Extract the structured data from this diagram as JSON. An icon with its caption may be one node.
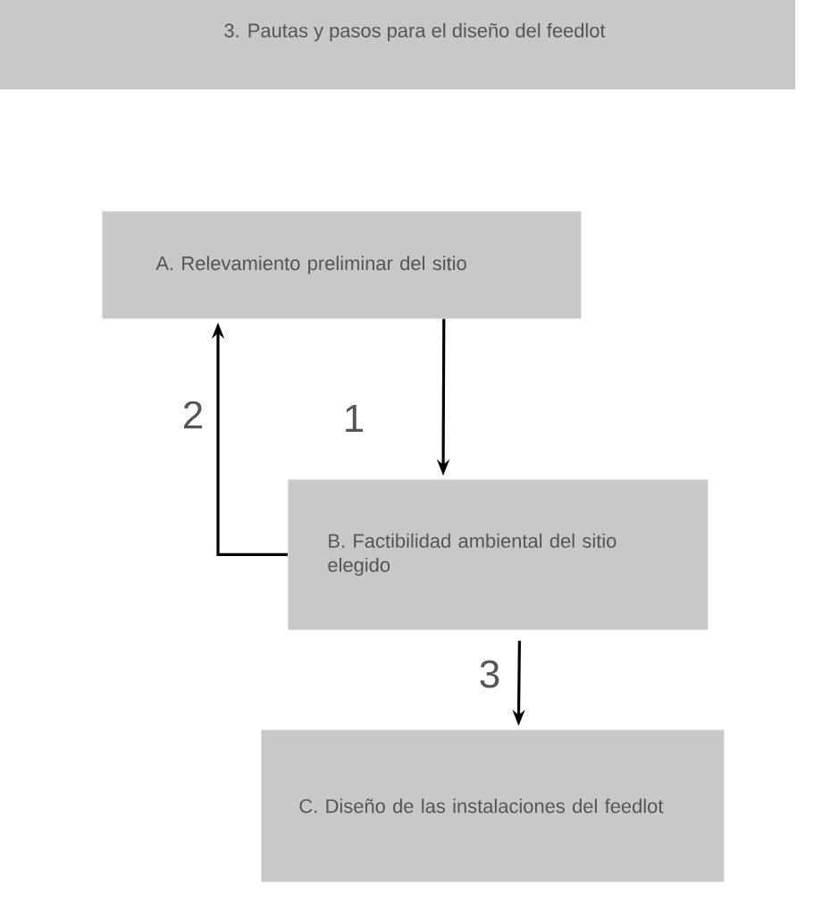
{
  "diagram": {
    "title": "3.  Pautas y pasos para el diseño del feedlot",
    "nodes": [
      {
        "text": [
          "A. Relevamiento preliminar del sitio"
        ]
      },
      {
        "text": [
          "B. Factibilidad ambiental del sitio elegido"
        ]
      },
      {
        "text": [
          "C. Diseño de las instalaciones del feedlot"
        ]
      }
    ],
    "edges": [
      {
        "from": 0,
        "to": 1,
        "arrow": "to",
        "label": "1"
      },
      {
        "from": 1,
        "to": 0,
        "arrow": "to",
        "label": "2"
      },
      {
        "from": 1,
        "to": 2,
        "arrow": "to",
        "label": "3"
      }
    ]
  }
}
